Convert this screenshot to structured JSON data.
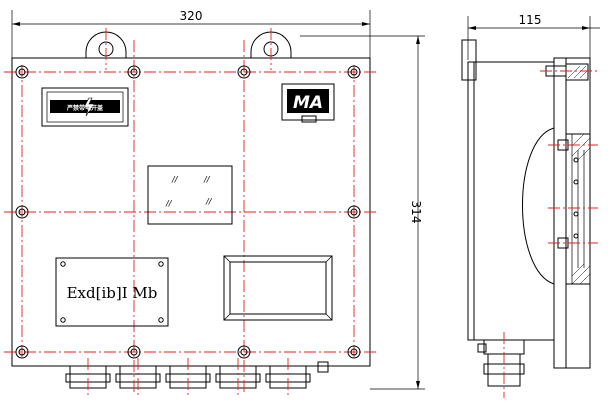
{
  "dimensions": {
    "width": "320",
    "height": "314",
    "depth": "115"
  },
  "plates": {
    "warning_sign": "严禁带电开盖",
    "ma_mark": "MA",
    "explosion_rating": "Exd[ib]I Mb"
  },
  "colors": {
    "line": "#000000",
    "centerline": "#e02020"
  }
}
